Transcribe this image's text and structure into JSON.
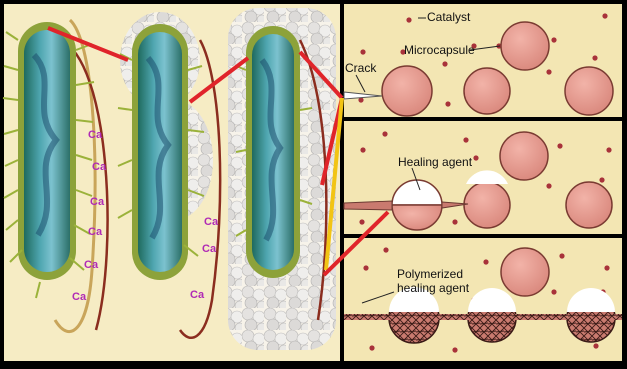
{
  "figure": {
    "left_panel": {
      "stages": [
        {
          "name": "bacterium-active",
          "calcium_labels": [
            "Ca",
            "Ca",
            "Ca",
            "Ca",
            "Ca",
            "Ca"
          ]
        },
        {
          "name": "bacterium-precipitating",
          "calcium_labels": [
            "Ca",
            "Ca",
            "Ca"
          ]
        },
        {
          "name": "bacterium-encased",
          "calcium_labels": []
        }
      ]
    },
    "right_panel": {
      "labels": {
        "catalyst": "Catalyst",
        "microcapsule": "Microcapsule",
        "crack": "Crack",
        "healing_agent": "Healing agent",
        "polymerized_line1": "Polymerized",
        "polymerized_line2": "healing agent"
      }
    }
  },
  "colors": {
    "panel_bg": "#f3e6b3",
    "capsule": "#e39a90",
    "capsule_stroke": "#7a3b32",
    "catalyst": "#a8323a",
    "connector_red": "#e0242a",
    "connector_yellow": "#f2c414",
    "calcium": "#b02ab5"
  }
}
